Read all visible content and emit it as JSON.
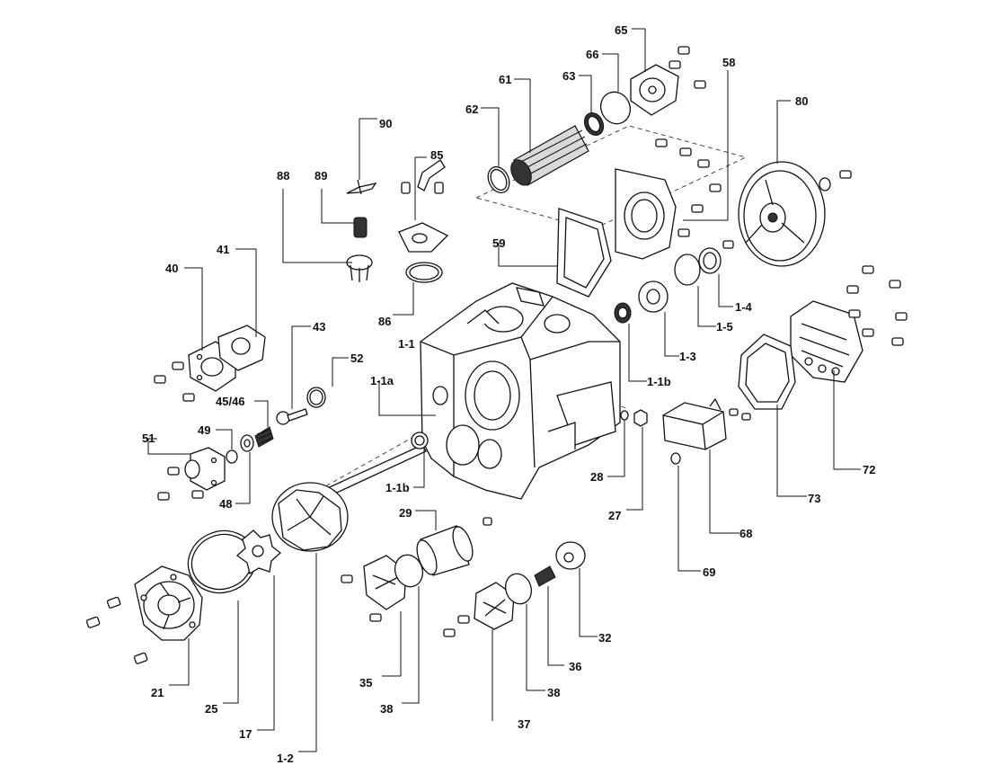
{
  "callouts": [
    {
      "id": "c-90",
      "text": "90"
    },
    {
      "id": "c-85",
      "text": "85"
    },
    {
      "id": "c-88",
      "text": "88"
    },
    {
      "id": "c-89",
      "text": "89"
    },
    {
      "id": "c-86",
      "text": "86"
    },
    {
      "id": "c-62",
      "text": "62"
    },
    {
      "id": "c-61",
      "text": "61"
    },
    {
      "id": "c-63",
      "text": "63"
    },
    {
      "id": "c-66",
      "text": "66"
    },
    {
      "id": "c-65",
      "text": "65"
    },
    {
      "id": "c-58",
      "text": "58"
    },
    {
      "id": "c-80",
      "text": "80"
    },
    {
      "id": "c-59",
      "text": "59"
    },
    {
      "id": "c-41",
      "text": "41"
    },
    {
      "id": "c-40",
      "text": "40"
    },
    {
      "id": "c-43",
      "text": "43"
    },
    {
      "id": "c-52",
      "text": "52"
    },
    {
      "id": "c-1-1",
      "text": "1-1"
    },
    {
      "id": "c-1-1a",
      "text": "1-1a"
    },
    {
      "id": "c-45-46",
      "text": "45/46"
    },
    {
      "id": "c-49",
      "text": "49"
    },
    {
      "id": "c-51",
      "text": "51"
    },
    {
      "id": "c-48",
      "text": "48"
    },
    {
      "id": "c-1-1b-left",
      "text": "1-1b"
    },
    {
      "id": "c-1-1b-right",
      "text": "1-1b"
    },
    {
      "id": "c-1-3",
      "text": "1-3"
    },
    {
      "id": "c-1-4",
      "text": "1-4"
    },
    {
      "id": "c-1-5",
      "text": "1-5"
    },
    {
      "id": "c-28",
      "text": "28"
    },
    {
      "id": "c-27",
      "text": "27"
    },
    {
      "id": "c-29",
      "text": "29"
    },
    {
      "id": "c-68",
      "text": "68"
    },
    {
      "id": "c-69",
      "text": "69"
    },
    {
      "id": "c-72",
      "text": "72"
    },
    {
      "id": "c-73",
      "text": "73"
    },
    {
      "id": "c-21",
      "text": "21"
    },
    {
      "id": "c-25",
      "text": "25"
    },
    {
      "id": "c-17",
      "text": "17"
    },
    {
      "id": "c-1-2",
      "text": "1-2"
    },
    {
      "id": "c-35",
      "text": "35"
    },
    {
      "id": "c-38-left",
      "text": "38"
    },
    {
      "id": "c-37",
      "text": "37"
    },
    {
      "id": "c-38-right",
      "text": "38"
    },
    {
      "id": "c-36",
      "text": "36"
    },
    {
      "id": "c-32",
      "text": "32"
    }
  ]
}
